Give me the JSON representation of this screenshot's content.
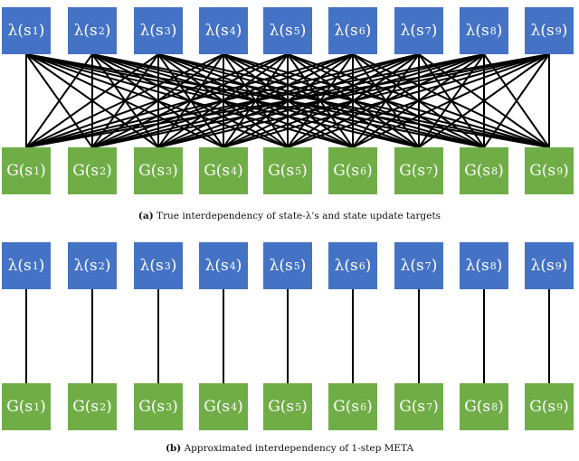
{
  "panels": [
    {
      "id": "a",
      "connection": "full",
      "caption_label": "(a)",
      "caption_text": "True interdependency of state-λ's and state update targets",
      "lambda_nodes": [
        {
          "fn": "λ(s",
          "sub": "1",
          "close": ")"
        },
        {
          "fn": "λ(s",
          "sub": "2",
          "close": ")"
        },
        {
          "fn": "λ(s",
          "sub": "3",
          "close": ")"
        },
        {
          "fn": "λ(s",
          "sub": "4",
          "close": ")"
        },
        {
          "fn": "λ(s",
          "sub": "5",
          "close": ")"
        },
        {
          "fn": "λ(s",
          "sub": "6",
          "close": ")"
        },
        {
          "fn": "λ(s",
          "sub": "7",
          "close": ")"
        },
        {
          "fn": "λ(s",
          "sub": "8",
          "close": ")"
        },
        {
          "fn": "λ(s",
          "sub": "9",
          "close": ")"
        }
      ],
      "g_nodes": [
        {
          "fn": "G(s",
          "sub": "1",
          "close": ")"
        },
        {
          "fn": "G(s",
          "sub": "2",
          "close": ")"
        },
        {
          "fn": "G(s",
          "sub": "3",
          "close": ")"
        },
        {
          "fn": "G(s",
          "sub": "4",
          "close": ")"
        },
        {
          "fn": "G(s",
          "sub": "5",
          "close": ")"
        },
        {
          "fn": "G(s",
          "sub": "6",
          "close": ")"
        },
        {
          "fn": "G(s",
          "sub": "7",
          "close": ")"
        },
        {
          "fn": "G(s",
          "sub": "8",
          "close": ")"
        },
        {
          "fn": "G(s",
          "sub": "9",
          "close": ")"
        }
      ]
    },
    {
      "id": "b",
      "connection": "one-to-one",
      "caption_label": "(b)",
      "caption_text": "Approximated interdependency of 1-step META",
      "lambda_nodes": [
        {
          "fn": "λ(s",
          "sub": "1",
          "close": ")"
        },
        {
          "fn": "λ(s",
          "sub": "2",
          "close": ")"
        },
        {
          "fn": "λ(s",
          "sub": "3",
          "close": ")"
        },
        {
          "fn": "λ(s",
          "sub": "4",
          "close": ")"
        },
        {
          "fn": "λ(s",
          "sub": "5",
          "close": ")"
        },
        {
          "fn": "λ(s",
          "sub": "6",
          "close": ")"
        },
        {
          "fn": "λ(s",
          "sub": "7",
          "close": ")"
        },
        {
          "fn": "λ(s",
          "sub": "8",
          "close": ")"
        },
        {
          "fn": "λ(s",
          "sub": "9",
          "close": ")"
        }
      ],
      "g_nodes": [
        {
          "fn": "G(s",
          "sub": "1",
          "close": ")"
        },
        {
          "fn": "G(s",
          "sub": "2",
          "close": ")"
        },
        {
          "fn": "G(s",
          "sub": "3",
          "close": ")"
        },
        {
          "fn": "G(s",
          "sub": "4",
          "close": ")"
        },
        {
          "fn": "G(s",
          "sub": "5",
          "close": ")"
        },
        {
          "fn": "G(s",
          "sub": "6",
          "close": ")"
        },
        {
          "fn": "G(s",
          "sub": "7",
          "close": ")"
        },
        {
          "fn": "G(s",
          "sub": "8",
          "close": ")"
        },
        {
          "fn": "G(s",
          "sub": "9",
          "close": ")"
        }
      ]
    }
  ],
  "colors": {
    "lambda_node": "#4472c4",
    "g_node": "#70ad47",
    "edge": "#000000"
  }
}
